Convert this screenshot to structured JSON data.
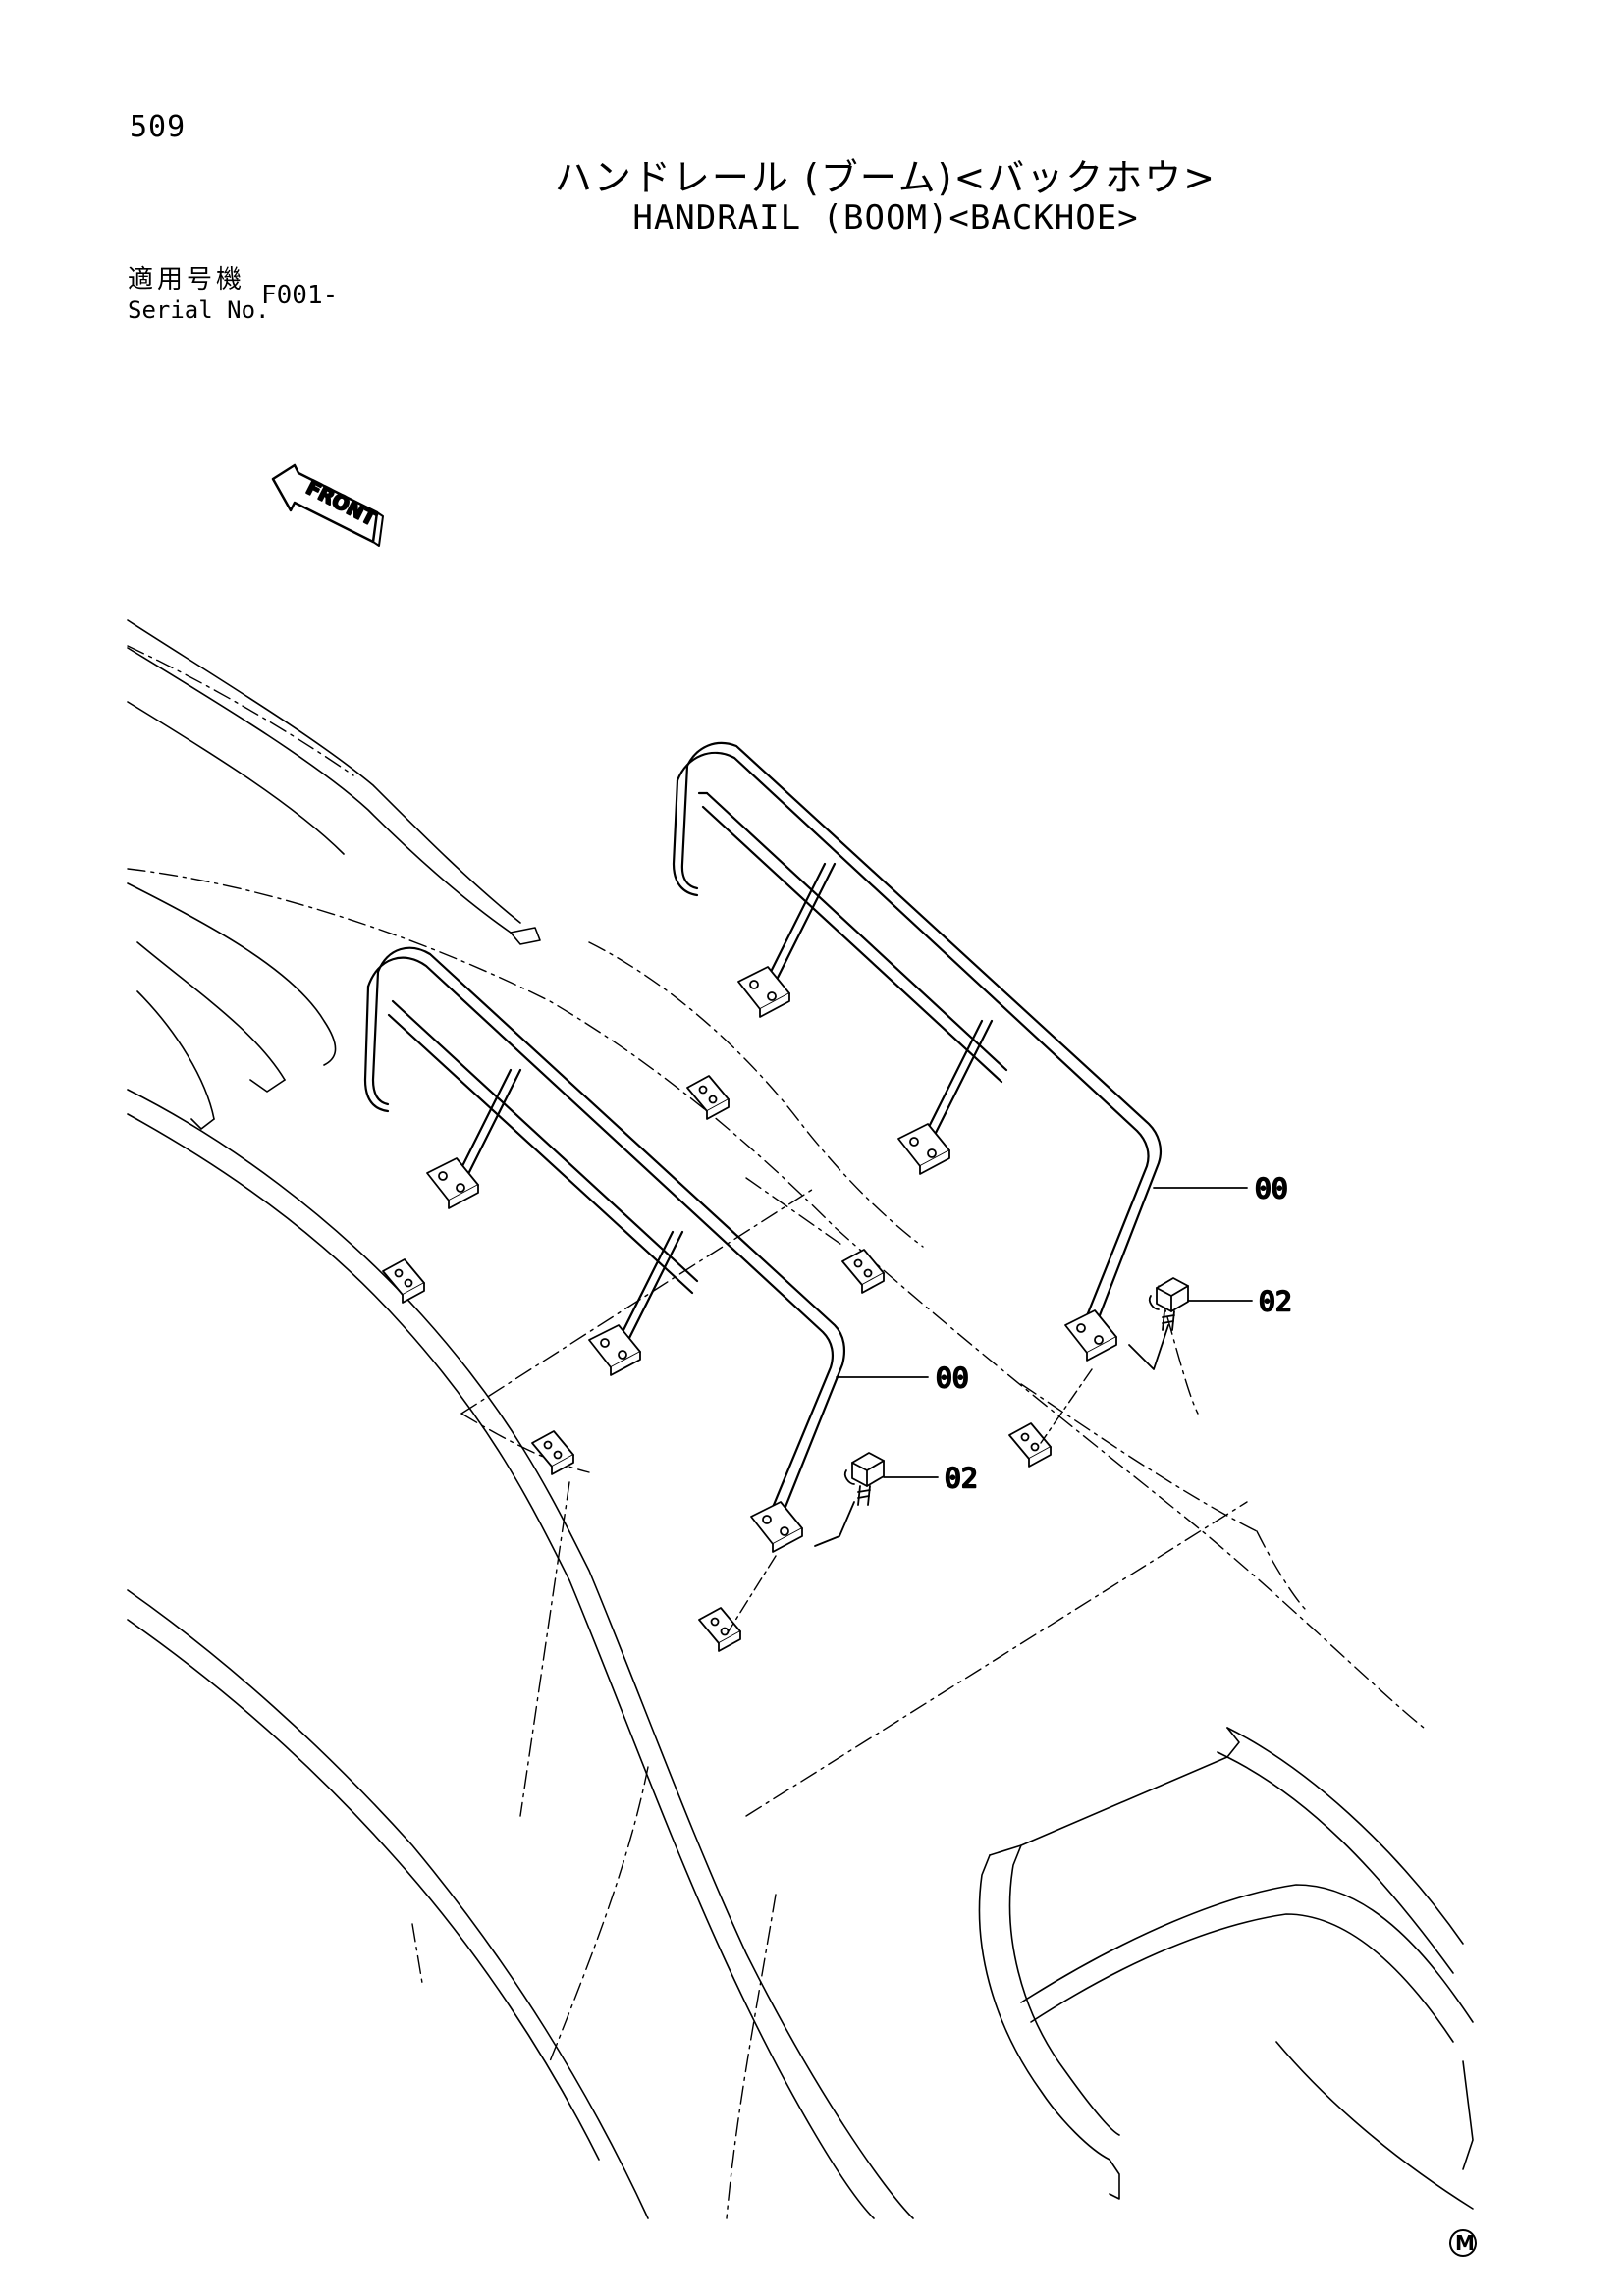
{
  "page": {
    "number": "509",
    "title_jp": "ハンドレール (ブーム)<バックホウ>",
    "title_en": "HANDRAIL (BOOM)<BACKHOE>"
  },
  "serial": {
    "label_jp": "適用号機",
    "label_en": "Serial No.",
    "value": "F001-"
  },
  "diagram": {
    "direction_label": "FRONT",
    "callouts": [
      {
        "id": "upper-rail",
        "label": "00"
      },
      {
        "id": "upper-bolt",
        "label": "02"
      },
      {
        "id": "lower-rail",
        "label": "00"
      },
      {
        "id": "lower-bolt",
        "label": "02"
      }
    ],
    "corner_mark": "M"
  }
}
